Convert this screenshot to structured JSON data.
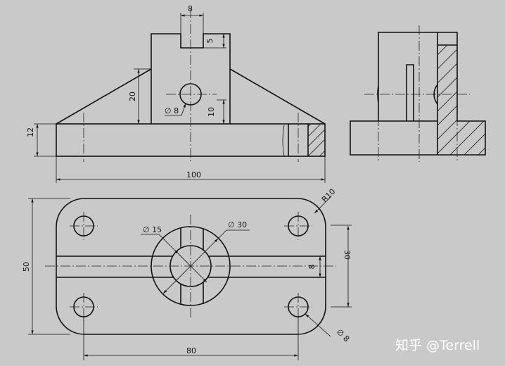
{
  "drawing": {
    "front_view": {
      "dims": {
        "width_top": "8",
        "depth_slot": "5",
        "height_rib": "20",
        "base_height": "12",
        "hole_dia": "∅ 8",
        "hole_height": "10",
        "total_length": "100"
      }
    },
    "top_view": {
      "dims": {
        "corner_radius": "R10",
        "boss_inner": "∅ 15",
        "boss_outer": "∅ 30",
        "hole_spacing_y": "30",
        "slot_width": "8",
        "overall_height": "50",
        "hole_spacing_x": "80",
        "corner_hole": "∅ 8"
      }
    }
  },
  "watermark": "知乎 @Terrell"
}
